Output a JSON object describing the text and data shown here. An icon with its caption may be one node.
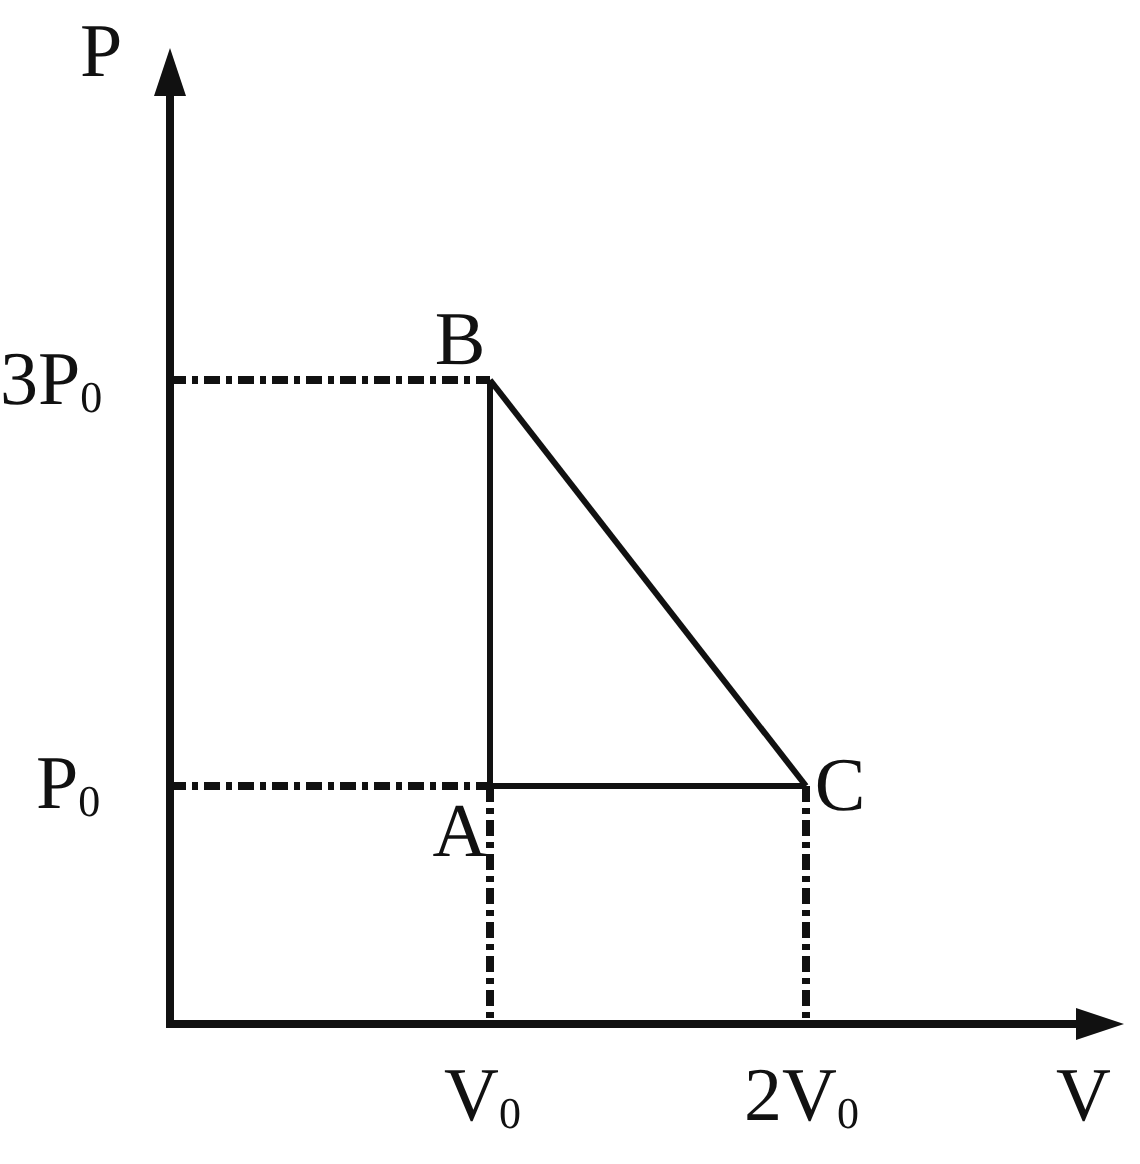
{
  "diagram": {
    "nodes": [
      {
        "text": [
          "A"
        ]
      },
      {
        "text": [
          "B"
        ]
      },
      {
        "text": [
          "C"
        ]
      }
    ],
    "edges": [
      {
        "from": 0,
        "to": 1,
        "arrow": "none"
      },
      {
        "from": 1,
        "to": 2,
        "arrow": "none"
      },
      {
        "from": 2,
        "to": 0,
        "arrow": "none"
      }
    ],
    "labels": [
      "P",
      "3P$_{0}$",
      "P$_{0}$",
      "V$_{0}$",
      "2V$_{0}$",
      "V"
    ]
  }
}
